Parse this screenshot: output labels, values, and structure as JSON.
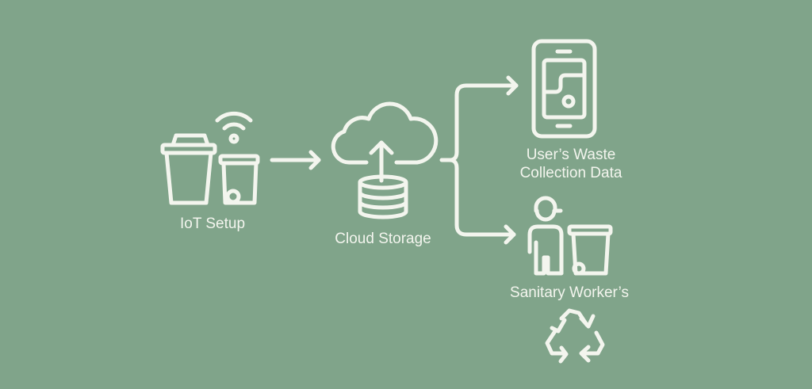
{
  "colors": {
    "background": "#80a48a",
    "stroke": "#f3f5ee"
  },
  "nodes": {
    "iot": {
      "label": "IoT Setup",
      "icons": [
        "trash-bin-icon",
        "wheelie-bin-icon",
        "wifi-icon"
      ]
    },
    "cloud": {
      "label": "Cloud Storage",
      "icons": [
        "cloud-upload-icon",
        "database-icon"
      ]
    },
    "user": {
      "label_line1": "User’s Waste",
      "label_line2": "Collection Data",
      "icons": [
        "smartphone-map-icon"
      ]
    },
    "worker": {
      "label": "Sanitary Worker’s",
      "icons": [
        "worker-icon",
        "wheelie-bin-icon",
        "recycle-icon"
      ]
    }
  },
  "edges": [
    {
      "from": "IoT Setup",
      "to": "Cloud Storage"
    },
    {
      "from": "Cloud Storage",
      "to": "User’s Waste Collection Data"
    },
    {
      "from": "Cloud Storage",
      "to": "Sanitary Worker’s"
    }
  ]
}
